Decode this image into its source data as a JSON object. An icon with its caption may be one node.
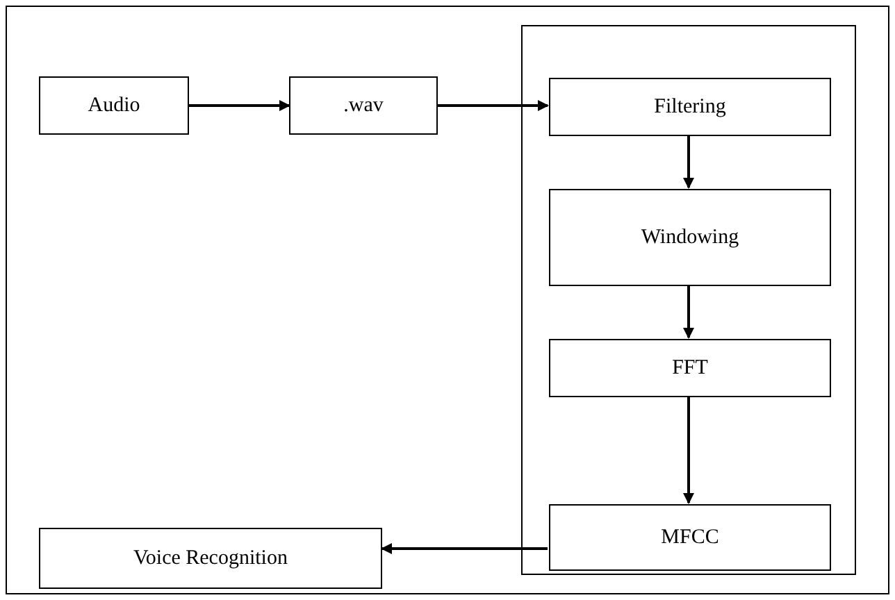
{
  "diagram": {
    "nodes": [
      {
        "text": [
          "Audio"
        ]
      },
      {
        "text": [
          ".wav"
        ]
      },
      {
        "text": [],
        "shape": "box"
      },
      {
        "text": [
          "Filtering"
        ],
        "in": 2
      },
      {
        "text": [
          "Windowing"
        ],
        "in": 2
      },
      {
        "text": [
          "FFT"
        ],
        "in": 2
      },
      {
        "text": [
          "MFCC"
        ],
        "in": 2
      },
      {
        "text": [
          "Voice Recognition"
        ]
      }
    ],
    "edges": [
      {
        "from": 0,
        "to": 1,
        "arrow": "to"
      },
      {
        "from": 1,
        "to": 3,
        "arrow": "to"
      },
      {
        "from": 3,
        "to": 4,
        "arrow": "to"
      },
      {
        "from": 4,
        "to": 5,
        "arrow": "to"
      },
      {
        "from": 5,
        "to": 6,
        "arrow": "to"
      },
      {
        "from": 6,
        "to": 7,
        "arrow": "to"
      }
    ]
  }
}
